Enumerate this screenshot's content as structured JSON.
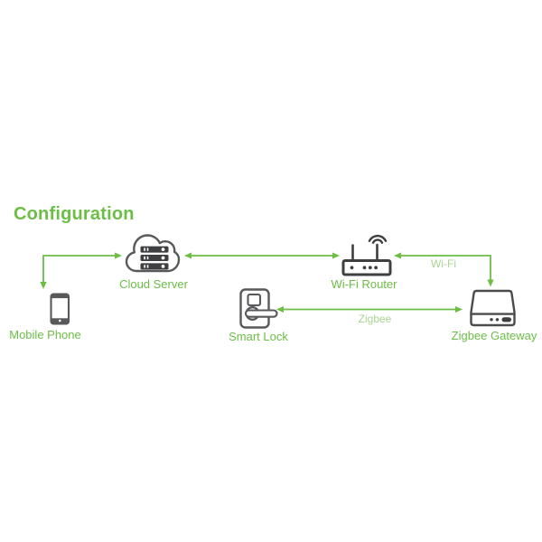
{
  "title": "Configuration",
  "colors": {
    "green": "#6cbe45",
    "green_light": "#a8d693",
    "icon_gray": "#58595b",
    "icon_dark": "#3e3f40"
  },
  "nodes": {
    "cloud_server": {
      "label": "Cloud Server",
      "icon": "cloud-server-icon"
    },
    "wifi_router": {
      "label": "Wi-Fi Router",
      "icon": "wifi-router-icon"
    },
    "mobile_phone": {
      "label": "Mobile Phone",
      "icon": "mobile-phone-icon"
    },
    "smart_lock": {
      "label": "Smart Lock",
      "icon": "smart-lock-icon"
    },
    "zigbee_gateway": {
      "label": "Zigbee Gateway",
      "icon": "zigbee-gateway-icon"
    }
  },
  "connections": {
    "mobile_phone_cloud_server": {
      "from": "Mobile Phone",
      "to": "Cloud Server",
      "label": "",
      "bidirectional": true
    },
    "cloud_server_wifi_router": {
      "from": "Cloud Server",
      "to": "Wi-Fi Router",
      "label": "",
      "bidirectional": true
    },
    "wifi_router_zigbee_gateway": {
      "from": "Wi-Fi Router",
      "to": "Zigbee Gateway",
      "label": "Wi-Fi",
      "bidirectional": true
    },
    "smart_lock_zigbee_gateway": {
      "from": "Smart Lock",
      "to": "Zigbee Gateway",
      "label": "Zigbee",
      "bidirectional": true
    }
  }
}
